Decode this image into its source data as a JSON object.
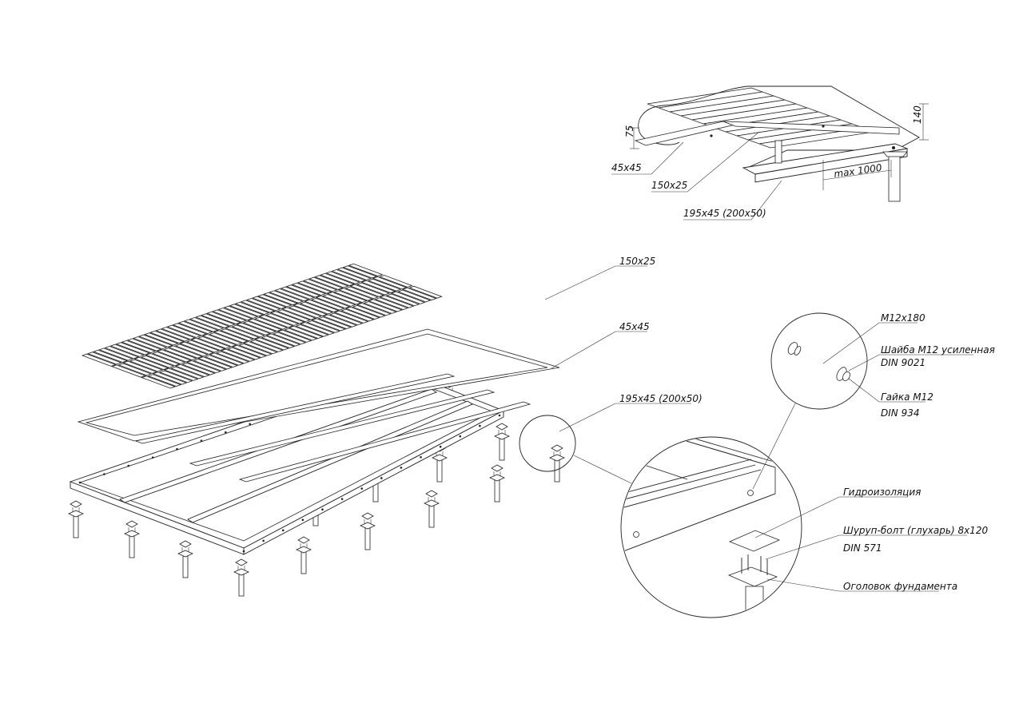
{
  "labels": {
    "deck_board": "150x25",
    "batten": "45x45",
    "joist": "195x45 (200x50)",
    "bolt": "M12x180",
    "washer_line1": "Шайба М12 усиленная",
    "washer_line2": "DIN 9021",
    "nut_line1": "Гайка М12",
    "nut_line2": "DIN 934",
    "waterproofing": "Гидроизоляция",
    "lag_screw_line1": "Шуруп-болт (глухарь) 8x120",
    "lag_screw_line2": "DIN 571",
    "pile_cap": "Оголовок фундамента"
  },
  "section_detail": {
    "batten_label": "45x45",
    "board_label": "150x25",
    "joist_label": "195x45 (200x50)",
    "dim_75": "75",
    "dim_140": "140",
    "dim_span": "max 1000"
  }
}
